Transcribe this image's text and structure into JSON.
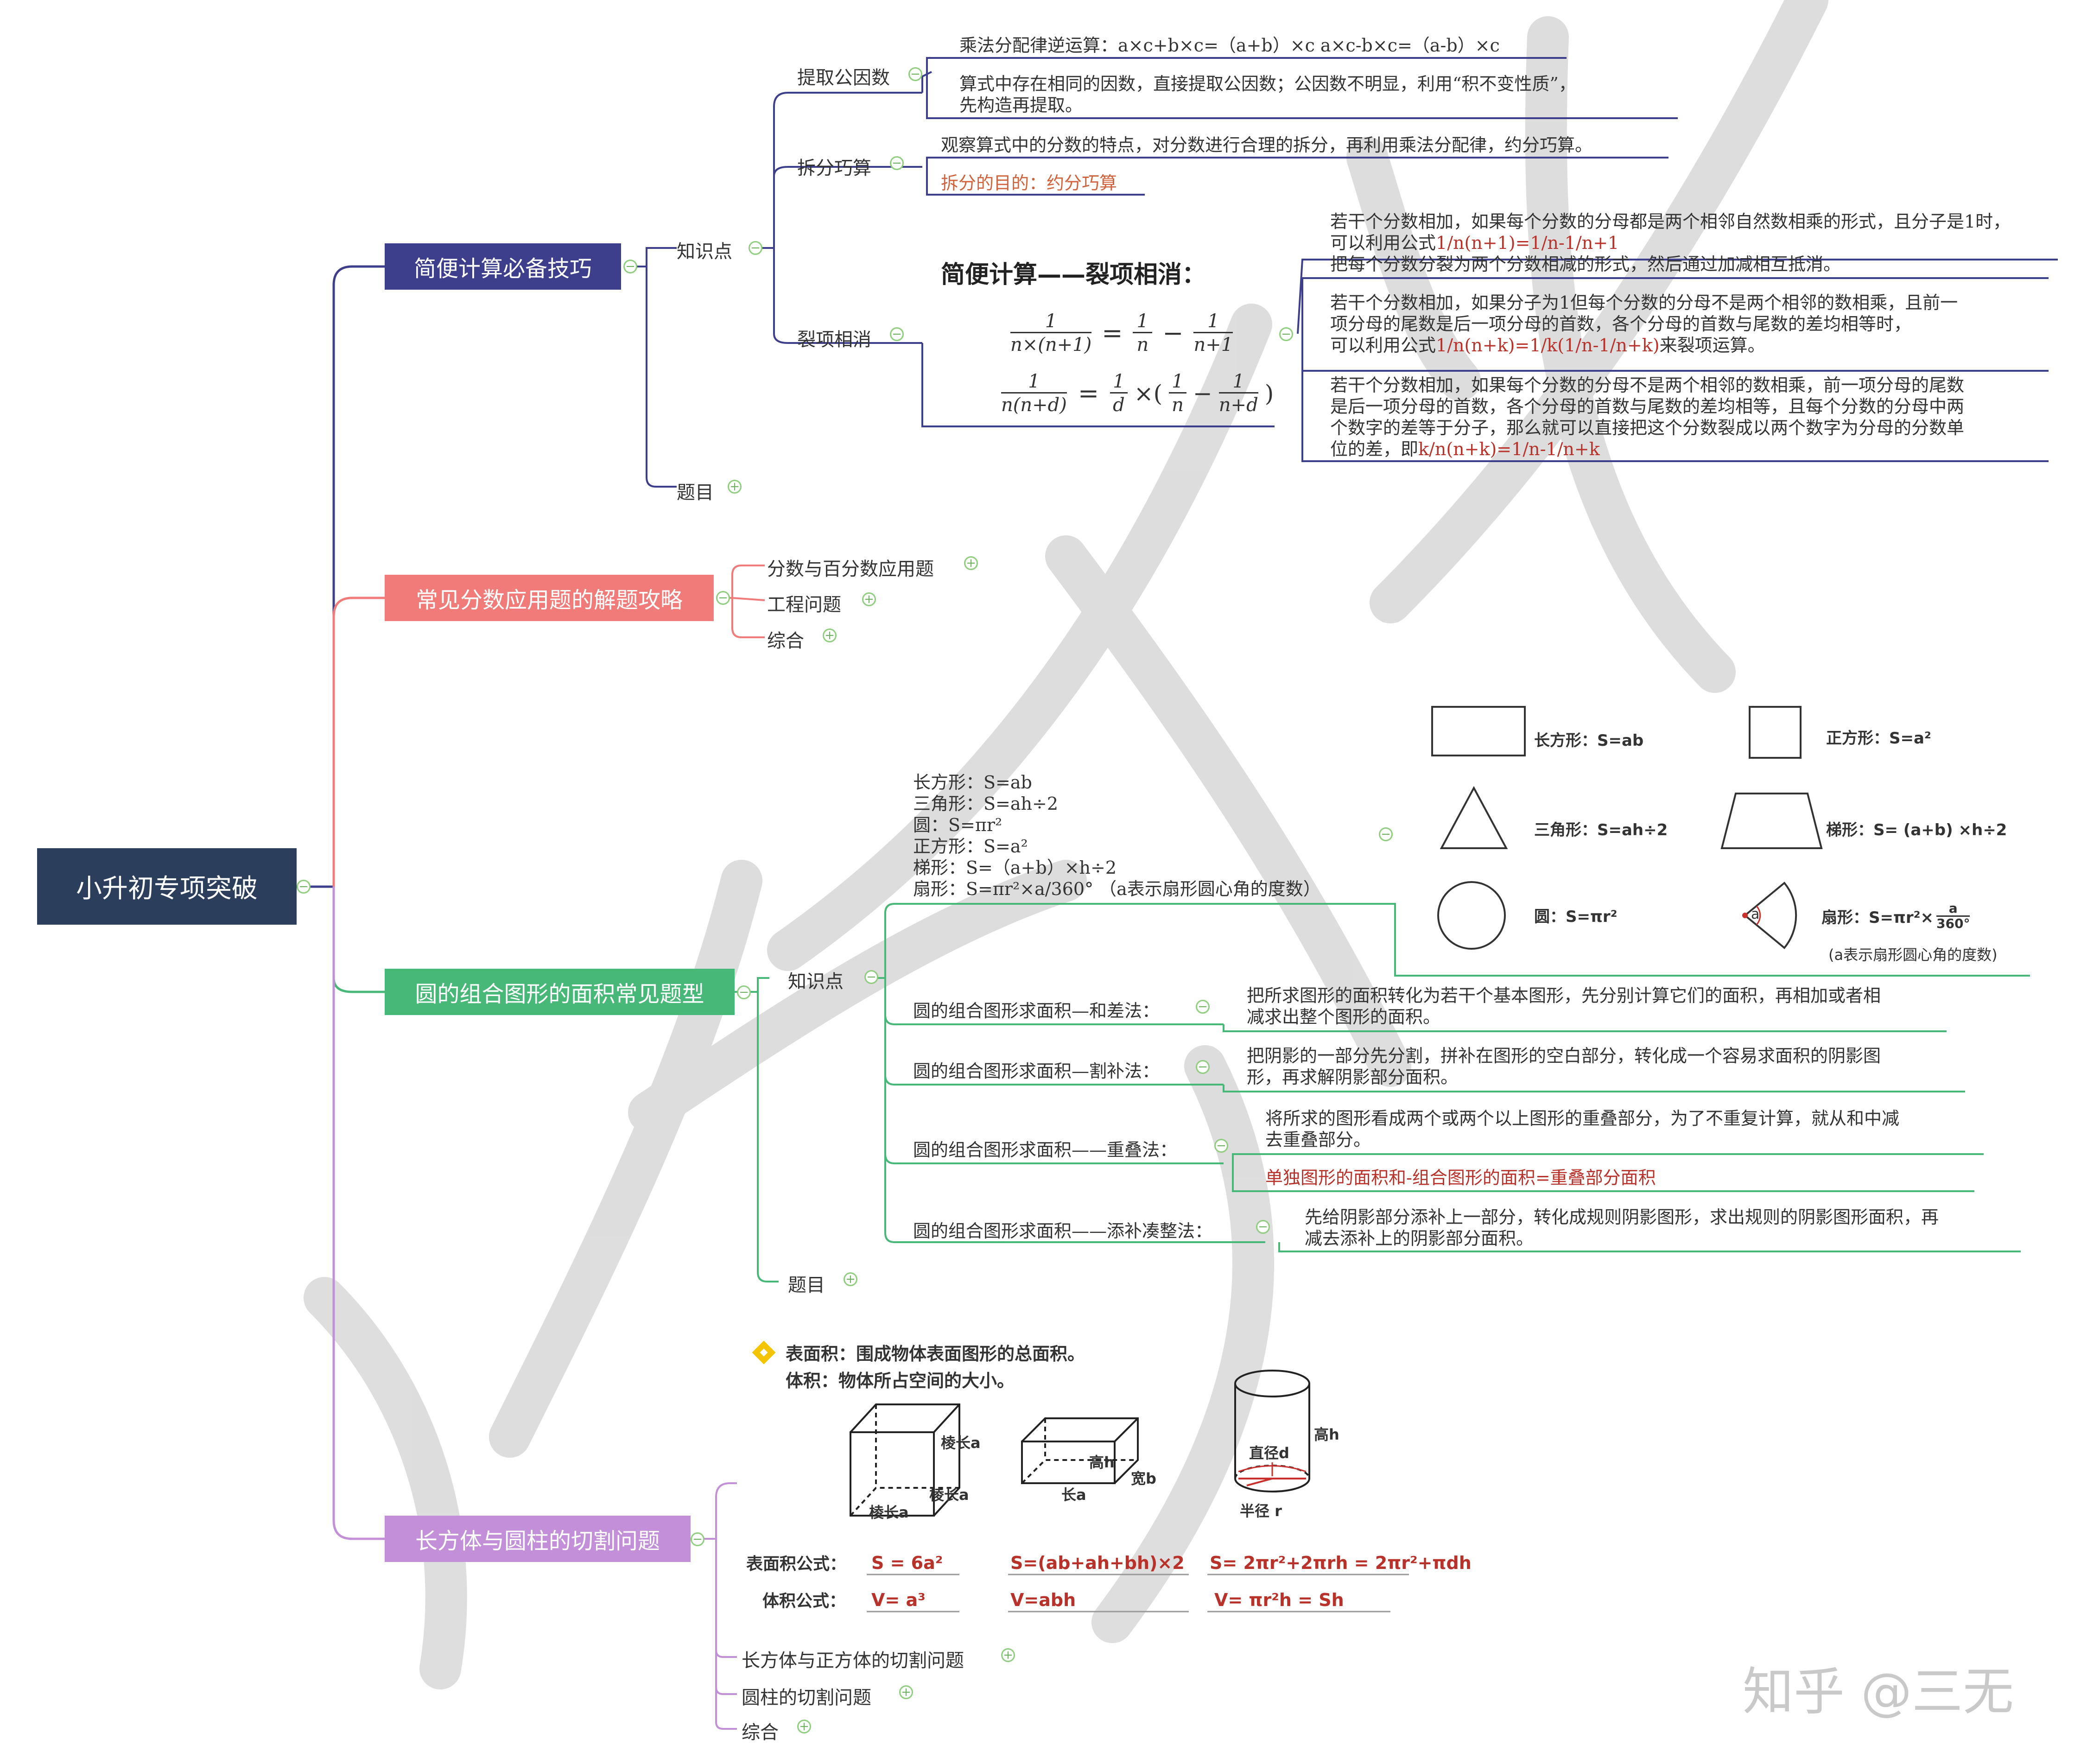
{
  "root": {
    "label": "小升初专项突破",
    "color": "#2b3e5c"
  },
  "branches": {
    "b1": {
      "label": "简便计算必备技巧",
      "color": "#3d3f8c"
    },
    "b2": {
      "label": "常见分数应用题的解题攻略",
      "color": "#f07b79"
    },
    "b3": {
      "label": "圆的组合图形的面积常见题型",
      "color": "#48b878"
    },
    "b4": {
      "label": "长方体与圆柱的切割问题",
      "color": "#c38fd8"
    }
  },
  "b1": {
    "knowledge": "知识点",
    "questions": "题目",
    "extract": {
      "label": "提取公因数",
      "t1": "乘法分配律逆运算：a×c+b×c=（a+b）×c    a×c-b×c=（a-b）×c",
      "t2a": "算式中存在相同的因数，直接提取公因数；公因数不明显，利用“积不变性质”，",
      "t2b": "先构造再提取。"
    },
    "split": {
      "label": "拆分巧算",
      "t1": "观察算式中的分数的特点，对分数进行合理的拆分，再利用乘法分配律，约分巧算。",
      "t2": "拆分的目的：约分巧算"
    },
    "cancel": {
      "label": "裂项相消",
      "title": "简便计算——裂项相消：",
      "f1_left_num": "1",
      "f1_left_den": "n×(n+1)",
      "f1_r1_num": "1",
      "f1_r1_den": "n",
      "f1_r2_num": "1",
      "f1_r2_den": "n+1",
      "f2_left_num": "1",
      "f2_left_den": "n(n+d)",
      "f2_c_num": "1",
      "f2_c_den": "d",
      "f2_r1_num": "1",
      "f2_r1_den": "n",
      "f2_r2_num": "1",
      "f2_r2_den": "n+d",
      "p1a": "若干个分数相加，如果每个分数的分母都是两个相邻自然数相乘的形式，且分子是1时，",
      "p1b": "可以利用公式",
      "p1b_red": "1/n(n+1)=1/n-1/n+1",
      "p1c": "把每个分数分裂为两个分数相减的形式，然后通过加减相互抵消。",
      "p2a": "若干个分数相加，如果分子为1但每个分数的分母不是两个相邻的数相乘，且前一",
      "p2b": "项分母的尾数是后一项分母的首数，各个分母的首数与尾数的差均相等时，",
      "p2c": "可以利用公式",
      "p2c_red": "1/n(n+k)=1/k(1/n-1/n+k)",
      "p2c_end": "来裂项运算。",
      "p3a": "若干个分数相加，如果每个分数的分母不是两个相邻的数相乘，前一项分母的尾数",
      "p3b": "是后一项分母的首数，各个分母的首数与尾数的差均相等，且每个分数的分母中两",
      "p3c": "个数字的差等于分子，那么就可以直接把这个分数裂成以两个数字为分母的分数单",
      "p3d": "位的差，即",
      "p3d_red": "k/n(n+k)=1/n-1/n+k"
    }
  },
  "b2": {
    "items": [
      "分数与百分数应用题",
      "工程问题",
      "综合"
    ]
  },
  "b3": {
    "knowledge": "知识点",
    "questions": "题目",
    "formulas": [
      "长方形：S=ab",
      "三角形：S=ah÷2",
      "圆：S=πr²",
      "正方形：S=a²",
      "梯形：S=（a+b）×h÷2",
      "扇形：S=πr²×a/360°  （a表示扇形圆心角的度数）"
    ],
    "shapes": {
      "rect": "长方形：S=ab",
      "square": "正方形：S=a²",
      "triangle": "三角形：S=ah÷2",
      "trapezoid": "梯形：S= (a+b) ×h÷2",
      "circle": "圆：S=πr²",
      "sector": "扇形：S=πr²×",
      "sector_frac_num": "a",
      "sector_frac_den": "360°",
      "sector_angle": "a",
      "sector_note": "(a表示扇形圆心角的度数)"
    },
    "methods": [
      {
        "label": "圆的组合图形求面积—和差法：",
        "d1": "把所求图形的面积转化为若干个基本图形，先分别计算它们的面积，再相加或者相",
        "d2": "减求出整个图形的面积。"
      },
      {
        "label": "圆的组合图形求面积—割补法：",
        "d1": "把阴影的一部分先分割，拼补在图形的空白部分，转化成一个容易求面积的阴影图",
        "d2": "形，再求解阴影部分面积。"
      },
      {
        "label": "圆的组合图形求面积——重叠法：",
        "d1": "将所求的图形看成两个或两个以上图形的重叠部分，为了不重复计算，就从和中减",
        "d2": "去重叠部分。",
        "red": "单独图形的面积和-组合图形的面积=重叠部分面积"
      },
      {
        "label": "圆的组合图形求面积——添补凑整法：",
        "d1": "先给阴影部分添补上一部分，转化成规则阴影图形，求出规则的阴影图形面积，再",
        "d2": "减去添补上的阴影部分面积。"
      }
    ]
  },
  "b4": {
    "surface_def": "表面积：围成物体表面图形的总面积。",
    "volume_def": "体积：物体所占空间的大小。",
    "cube_labels": {
      "edge1": "棱长a",
      "edge2": "棱长a",
      "edge3": "棱长a"
    },
    "cuboid_labels": {
      "h": "高h",
      "l": "长a",
      "w": "宽b"
    },
    "cyl_labels": {
      "h": "高h",
      "d": "直径d",
      "r": "半径 r"
    },
    "surface_label": "表面积公式：",
    "volume_label": "体积公式：",
    "surface": [
      "S = 6a²",
      "S=(ab+ah+bh)×2",
      "S= 2πr²+2πrh = 2πr²+πdh"
    ],
    "volume": [
      "V= a³",
      "V=abh",
      "V= πr²h = Sh"
    ],
    "items": [
      "长方体与正方体的切割问题",
      "圆柱的切割问题",
      "综合"
    ]
  },
  "watermark": "知乎 @三无"
}
